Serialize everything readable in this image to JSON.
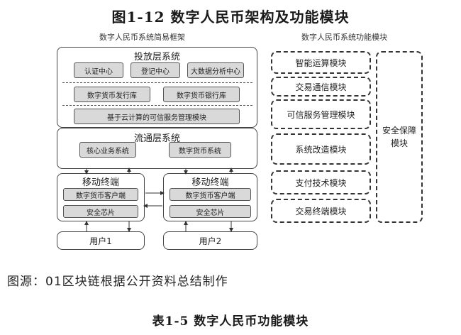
{
  "figure_title": "图1-12 数字人民币架构及功能模块",
  "left_subtitle": "数字人民币系统简易框架",
  "right_subtitle": "数字人民币系统功能模块",
  "issuance_layer": {
    "title": "投放层系统",
    "row1": [
      "认证中心",
      "登记中心",
      "大数据分析中心"
    ],
    "row2": [
      "数字货币发行库",
      "数字货币银行库"
    ],
    "row3": "基于云计算的可信服务管理模块"
  },
  "circulation_layer": {
    "title": "流通层系统",
    "items": [
      "核心业务系统",
      "数字货币系统"
    ]
  },
  "mobile_terminals": [
    {
      "title": "移动终端",
      "client": "数字货币客户端",
      "chip": "安全芯片"
    },
    {
      "title": "移动终端",
      "client": "数字货币客户端",
      "chip": "安全芯片"
    }
  ],
  "users": [
    "用户1",
    "用户2"
  ],
  "function_modules": [
    "智能运算模块",
    "交易通信模块",
    "可信服务管理模块",
    "系统改造模块",
    "支付技术模块",
    "交易终端模块"
  ],
  "security_module": "安全保障\n模块",
  "source_note": "图源：01区块链根据公开资料总结制作",
  "table_caption": "表1-5 数字人民币功能模块"
}
